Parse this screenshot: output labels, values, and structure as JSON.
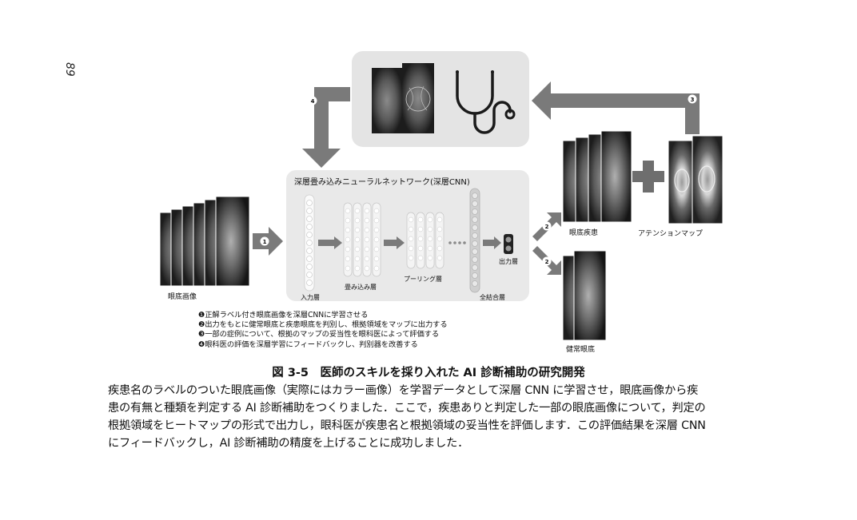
{
  "page_number": "89",
  "figure": {
    "cnn_title": "深層畳み込みニューラルネットワーク(深層CNN)",
    "layers": {
      "input": "入力層",
      "conv": "畳み込み層",
      "pool": "プーリング層",
      "fc": "全結合層",
      "output": "出力層"
    },
    "labels": {
      "fundus_images": "眼底画像",
      "eye_disease": "眼底疾患",
      "attention_map": "アテンションマップ",
      "healthy_eye": "健常眼底"
    },
    "step_markers": [
      "1",
      "2",
      "2",
      "3",
      "4"
    ],
    "legend": [
      "❶正解ラベル付き眼底画像を深層CNNに学習させる",
      "❷出力をもとに健常眼底と疾患眼底を判別し、根拠領域をマップに出力する",
      "❸一部の症例について、根拠のマップの妥当性を眼科医によって評価する",
      "❹眼科医の評価を深層学習にフィードバックし、判別器を改善する"
    ]
  },
  "caption": "図 3-5　医師のスキルを採り入れた AI 診断補助の研究開発",
  "body_lines": [
    "疾患名のラベルのついた眼底画像（実際にはカラー画像）を学習データとして深層 CNN に学習させ，眼底画像から疾",
    "患の有無と種類を判定する AI 診断補助をつくりました．ここで，疾患ありと判定した一部の眼底画像について，判定の",
    "根拠領域をヒートマップの形式で出力し，眼科医が疾患名と根拠領域の妥当性を評価します．この評価結果を深層 CNN",
    "にフィードバックし，AI 診断補助の精度を上げることに成功しました．"
  ]
}
